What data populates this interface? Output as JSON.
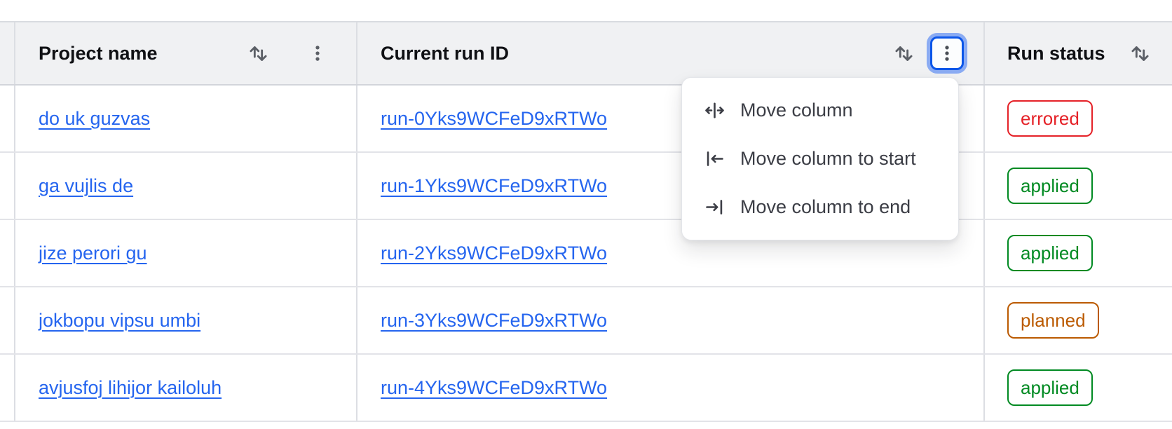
{
  "table": {
    "header": {
      "project": {
        "label": "Project name"
      },
      "run": {
        "label": "Current run ID"
      },
      "status": {
        "label": "Run status"
      }
    },
    "rows": [
      {
        "project": "do uk guzvas",
        "run_id": "run-0Yks9WCFeD9xRTWo",
        "status": "errored"
      },
      {
        "project": "ga vujlis de",
        "run_id": "run-1Yks9WCFeD9xRTWo",
        "status": "applied"
      },
      {
        "project": "jize perori gu",
        "run_id": "run-2Yks9WCFeD9xRTWo",
        "status": "applied"
      },
      {
        "project": "jokbopu vipsu umbi",
        "run_id": "run-3Yks9WCFeD9xRTWo",
        "status": "planned"
      },
      {
        "project": "avjusfoj lihijor kailoluh",
        "run_id": "run-4Yks9WCFeD9xRTWo",
        "status": "applied"
      }
    ],
    "status_colors": {
      "errored": "#e52228",
      "applied": "#008a22",
      "planned": "#bb5a00"
    }
  },
  "column_menu": {
    "items": [
      {
        "label": "Move column",
        "icon": "move-column-icon"
      },
      {
        "label": "Move column to start",
        "icon": "move-column-to-start-icon"
      },
      {
        "label": "Move column to end",
        "icon": "move-column-to-end-icon"
      }
    ]
  },
  "colors": {
    "link": "#2565ef",
    "header_bg": "#f0f1f3",
    "border": "#dcdee3",
    "focus_ring_border": "#0c56e9",
    "focus_ring_halo": "#8aabf3",
    "icon_gray": "#5b5f66",
    "menu_text": "#3b3d45"
  }
}
